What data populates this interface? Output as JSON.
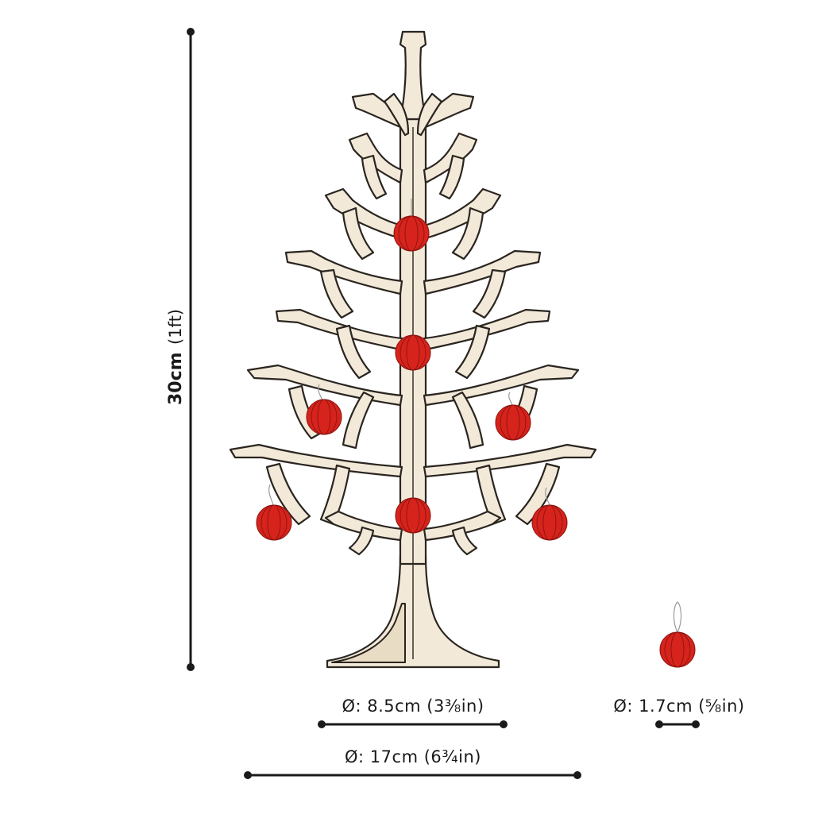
{
  "dimensions": {
    "height_label": "30cm",
    "height_label_secondary": "(1ft)",
    "inner_diameter_label": "Ø:  8.5cm  (3⅜in)",
    "outer_diameter_label": "Ø:  17cm  (6¾in)",
    "ornament_diameter_label": "Ø:  1.7cm  (⅝in)"
  },
  "colors": {
    "wood": "#f2e9d8",
    "outline": "#2a2520",
    "ornament": "#d6231c",
    "dimension_line": "#1a1a1a"
  }
}
